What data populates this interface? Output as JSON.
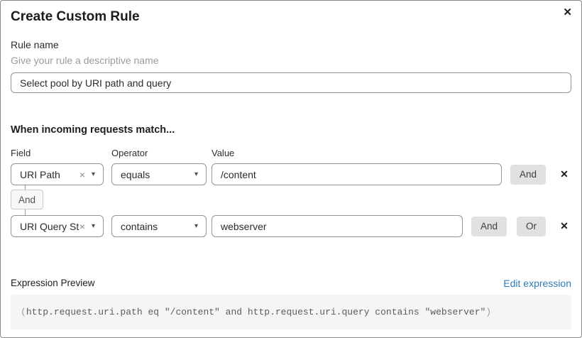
{
  "dialog": {
    "title": "Create Custom Rule"
  },
  "rule_name": {
    "label": "Rule name",
    "helper": "Give your rule a descriptive name",
    "value": "Select pool by URI path and query"
  },
  "match": {
    "heading": "When incoming requests match...",
    "columns": {
      "field": "Field",
      "operator": "Operator",
      "value": "Value"
    },
    "connector": "And",
    "rows": [
      {
        "field": "URI Path",
        "operator": "equals",
        "value": "/content",
        "and_label": "And"
      },
      {
        "field": "URI Query St...",
        "operator": "contains",
        "value": "webserver",
        "and_label": "And",
        "or_label": "Or"
      }
    ]
  },
  "expression": {
    "label": "Expression Preview",
    "edit_link": "Edit expression",
    "code_open": "(",
    "code_body": "http.request.uri.path eq \"/content\" and http.request.uri.query contains \"webserver\"",
    "code_close": ")"
  },
  "icons": {
    "close": "✕",
    "remove": "✕",
    "clear": "×",
    "chevron_down": "▾"
  },
  "colors": {
    "link_blue": "#2e7cb8",
    "button_gray": "#e1e1e1",
    "code_bg": "#f5f5f5",
    "input_border": "#949494",
    "dialog_border": "#8a8a8a"
  }
}
